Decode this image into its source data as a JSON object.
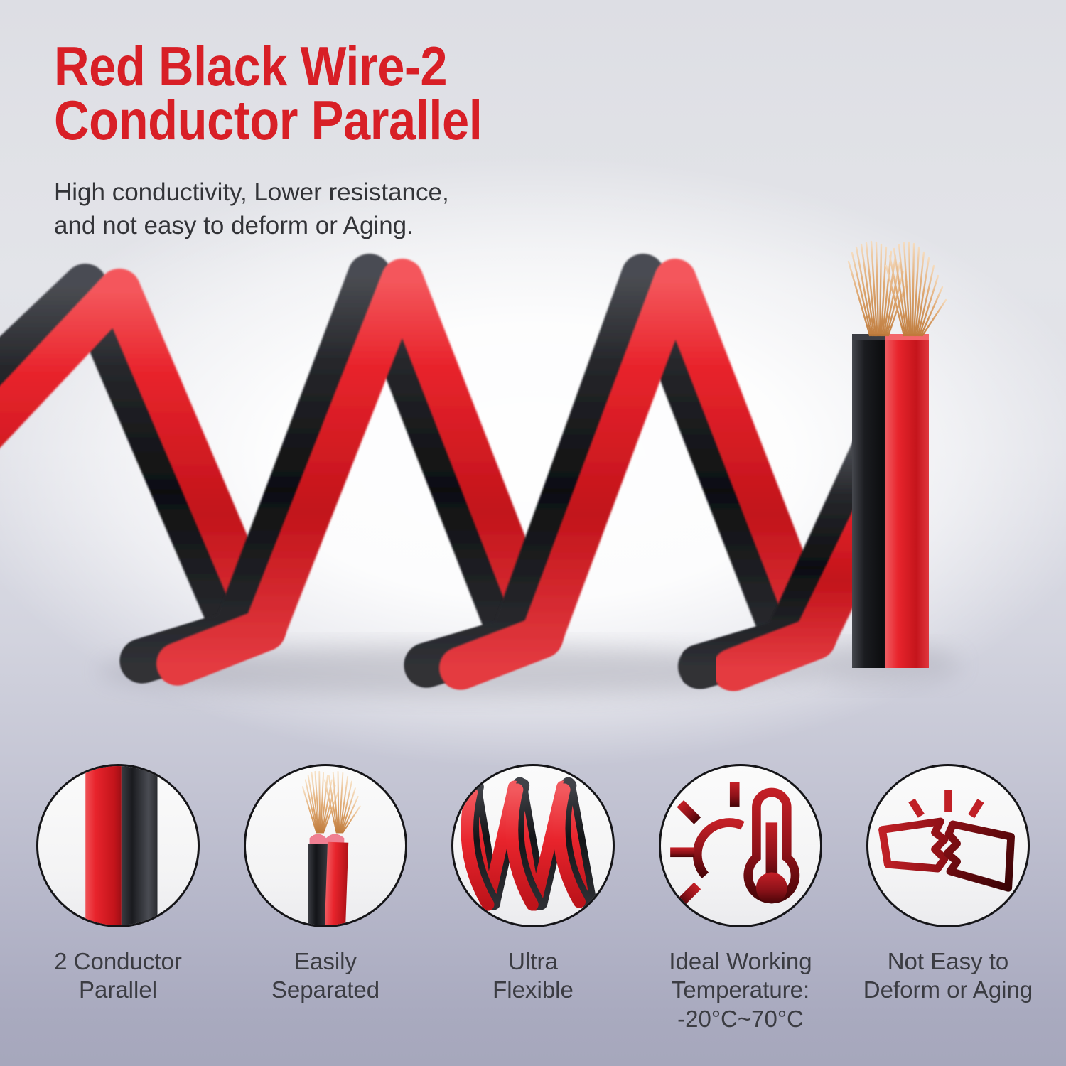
{
  "header": {
    "title": "Red Black Wire-2\nConductor Parallel",
    "title_color": "#d81f26",
    "subtitle": "High conductivity, Lower resistance,\nand not easy to deform or Aging.",
    "subtitle_color": "#333438"
  },
  "hero": {
    "alt": "zigzag coiled red and black 2-conductor parallel wire with stripped copper ends",
    "wire_red": "#e8232a",
    "wire_black": "#17181b",
    "copper": "#c9813f"
  },
  "background": {
    "top_color": "#dddee4",
    "bottom_color": "#a6a7bc"
  },
  "features": [
    {
      "icon": "parallel-wire-cross-section-icon",
      "caption": "2 Conductor\nParallel"
    },
    {
      "icon": "stripped-wire-strands-icon",
      "caption": "Easily\nSeparated"
    },
    {
      "icon": "coiled-wire-icon",
      "caption": "Ultra\nFlexible"
    },
    {
      "icon": "sun-thermometer-icon",
      "caption": "Ideal Working\nTemperature:\n-20°C~70°C"
    },
    {
      "icon": "broken-bar-icon",
      "caption": "Not Easy to\nDeform or Aging"
    }
  ]
}
